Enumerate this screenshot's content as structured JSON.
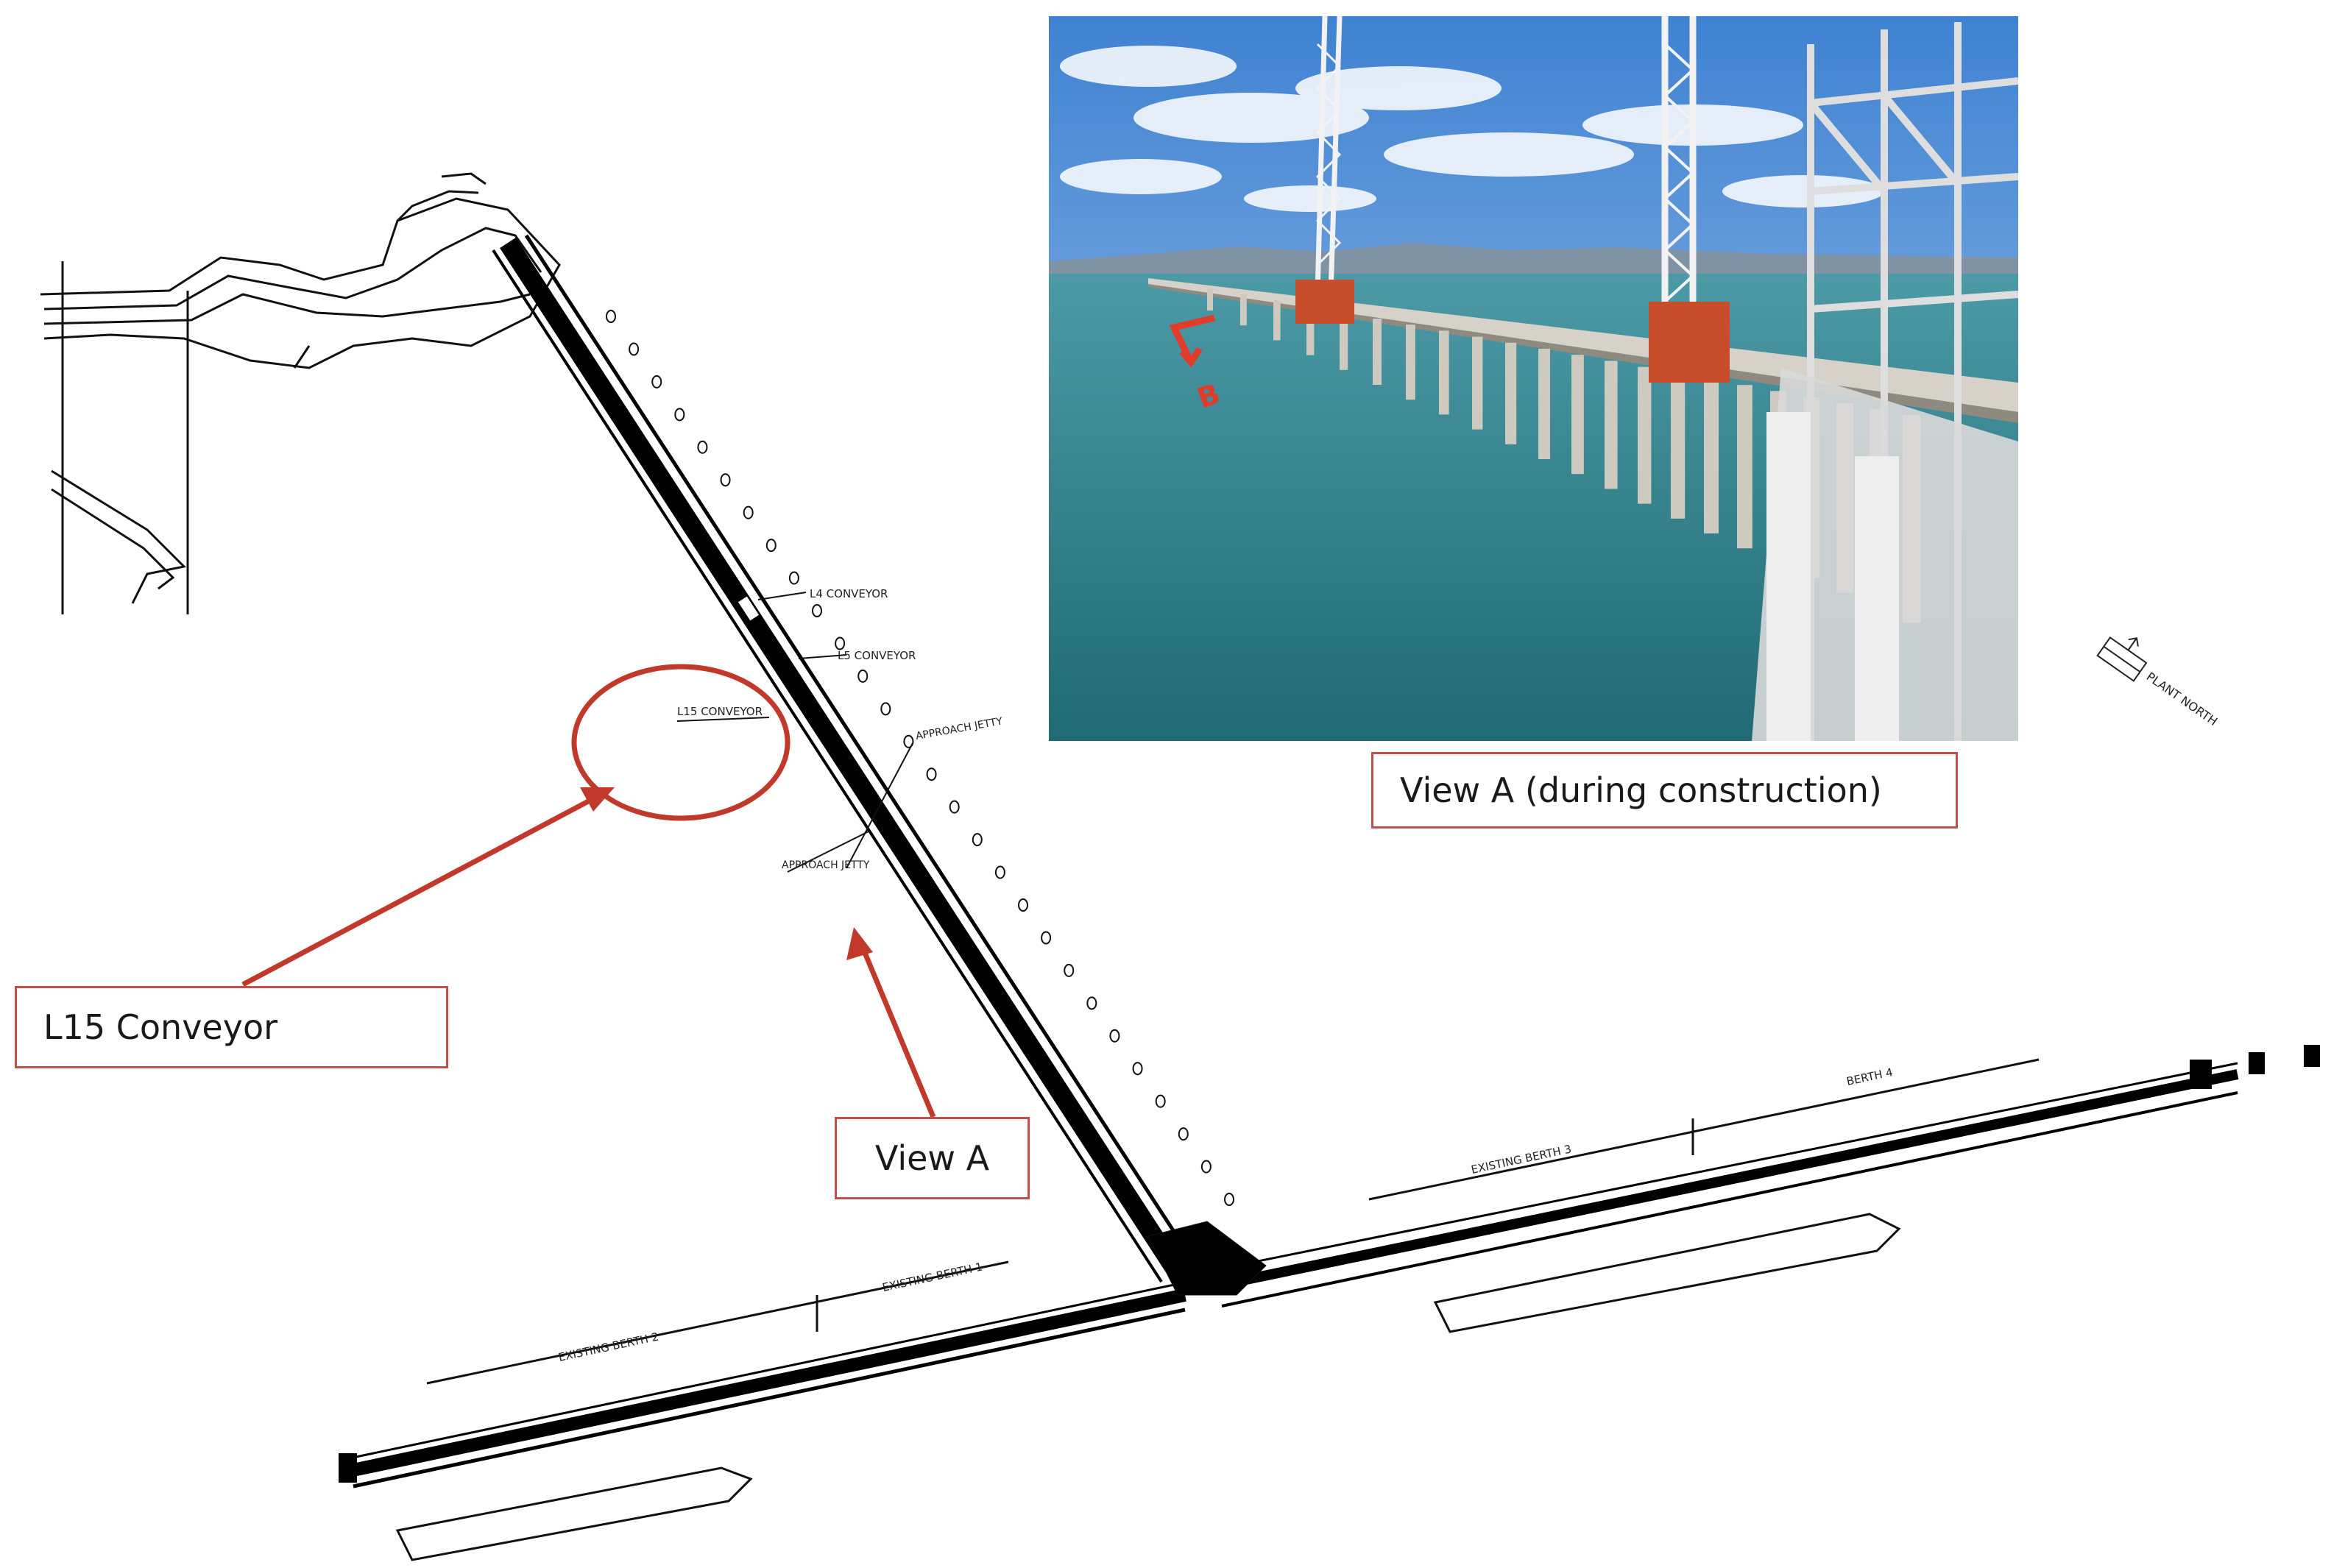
{
  "callouts": {
    "photo_caption": "View A (during construction)",
    "l15_conveyor": "L15 Conveyor",
    "view_a": "View A"
  },
  "photo": {
    "section_marker": "B"
  },
  "drawing_labels": {
    "l4_conveyor": "L4 CONVEYOR",
    "l5_conveyor": "L5 CONVEYOR",
    "l15_conveyor_small": "L15 CONVEYOR",
    "approach_jetty_1": "APPROACH JETTY",
    "approach_jetty_2": "APPROACH JETTY",
    "existing_berth_1": "EXISTING BERTH 1",
    "existing_berth_2": "EXISTING BERTH 2",
    "existing_berth_3": "EXISTING BERTH 3",
    "berth_4": "BERTH 4",
    "plant_north": "PLANT NORTH"
  },
  "colors": {
    "annotation_red": "#c0504d",
    "arrow_red": "#c0392b",
    "sea": "#2f7f8c",
    "sky": "#4f8fd6",
    "crane": "#e8e8e8"
  }
}
